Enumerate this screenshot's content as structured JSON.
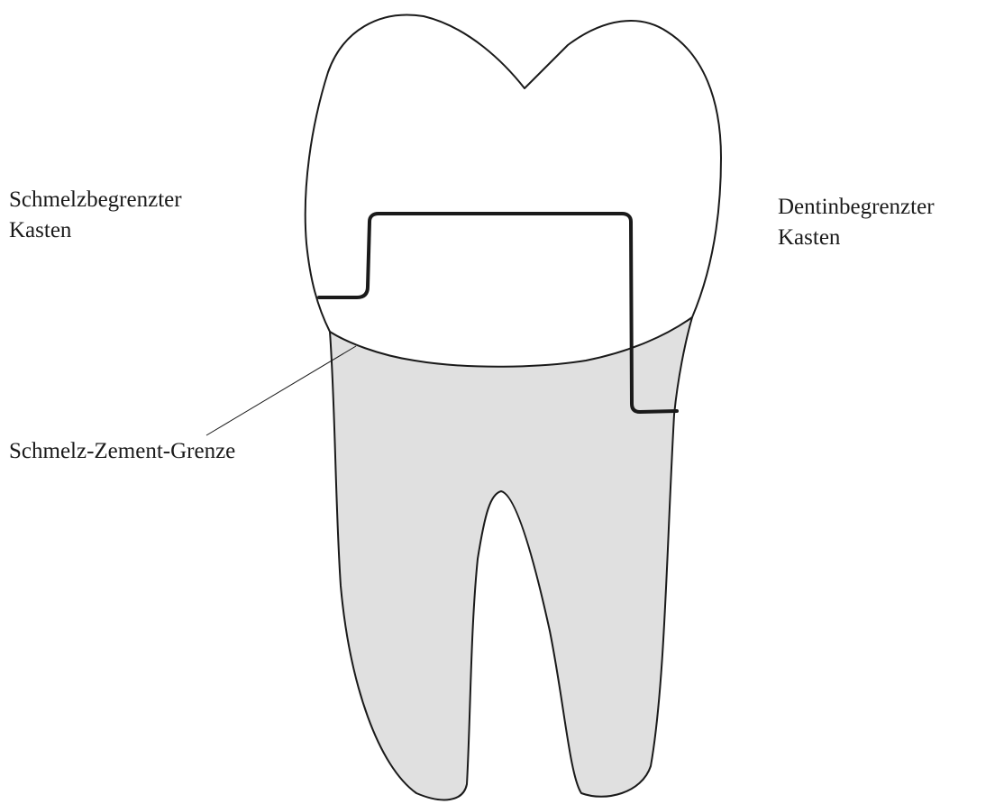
{
  "labels": {
    "left_box_line1": "Schmelzbegrenzter",
    "left_box_line2": "Kasten",
    "right_box_line1": "Dentinbegrenzter",
    "right_box_line2": "Kasten",
    "cej": "Schmelz-Zement-Grenze"
  },
  "colors": {
    "root_fill": "#e0e0e0",
    "crown_fill": "#ffffff",
    "line": "#1a1a1a"
  }
}
